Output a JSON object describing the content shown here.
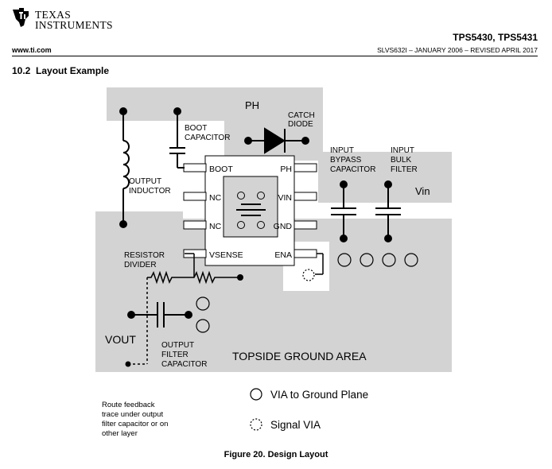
{
  "header": {
    "company_line1": "Texas",
    "company_line2": "Instruments",
    "part_numbers": "TPS5430, TPS5431",
    "website": "www.ti.com",
    "doc_id": "SLVS632I – JANUARY 2006 – REVISED APRIL 2017"
  },
  "section": {
    "number": "10.2",
    "title": "Layout Example"
  },
  "figure": {
    "caption": "Figure 20.  Design Layout",
    "labels": {
      "ph": "PH",
      "catch_l1": "CATCH",
      "catch_l2": "DIODE",
      "boot_cap_l1": "BOOT",
      "boot_cap_l2": "CAPACITOR",
      "input_bypass_l1": "INPUT",
      "input_bypass_l2": "BYPASS",
      "input_bypass_l3": "CAPACITOR",
      "input_bulk_l1": "INPUT",
      "input_bulk_l2": "BULK",
      "input_bulk_l3": "FILTER",
      "vin": "Vin",
      "out_ind_l1": "OUTPUT",
      "out_ind_l2": "INDUCTOR",
      "res_div_l1": "RESISTOR",
      "res_div_l2": "DIVIDER",
      "vout": "VOUT",
      "out_filt_l1": "OUTPUT",
      "out_filt_l2": "FILTER",
      "out_filt_l3": "CAPACITOR",
      "ground": "TOPSIDE GROUND AREA",
      "route_l1": "Route feedback",
      "route_l2": "trace under output",
      "route_l3": "filter capacitor or on",
      "route_l4": "other layer",
      "legend_via_gnd": "VIA to Ground Plane",
      "legend_signal": "Signal VIA"
    },
    "pins": {
      "boot": "BOOT",
      "nc1": "NC",
      "nc2": "NC",
      "vsense": "VSENSE",
      "ph": "PH",
      "vin": "VIN",
      "gnd": "GND",
      "ena": "ENA"
    }
  }
}
